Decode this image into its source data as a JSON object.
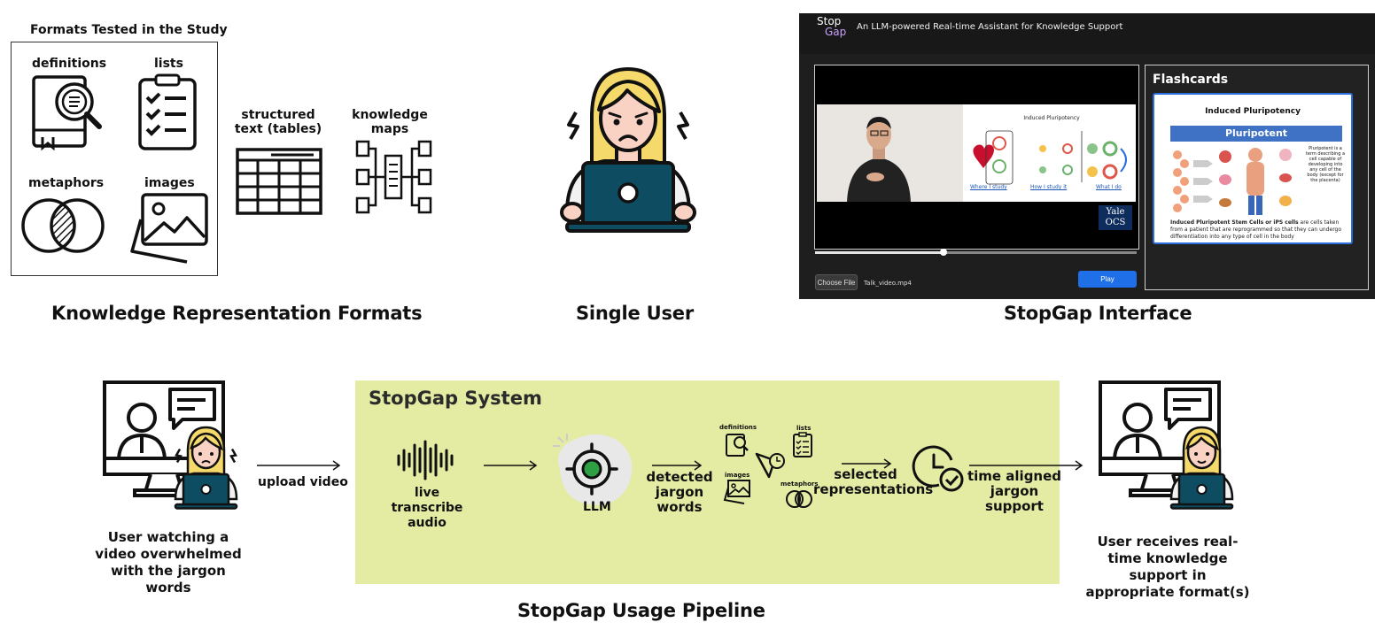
{
  "formats": {
    "box_title": "Formats Tested in the Study",
    "definitions": "definitions",
    "lists": "lists",
    "metaphors": "metaphors",
    "images": "images",
    "structured_text": "structured text (tables)",
    "knowledge_maps": "knowledge maps",
    "section_title": "Knowledge Representation Formats"
  },
  "single_user": {
    "section_title": "Single User"
  },
  "interface": {
    "logo_line1": "Stop",
    "logo_line2": "Gap",
    "subtitle": "An LLM-powered Real-time Assistant for Knowledge Support",
    "slide_title": "Induced Pluripotency",
    "slide_links": [
      "Where I study",
      "How I study it",
      "What I do"
    ],
    "watermark_line1": "Yale",
    "watermark_line2": "OCS",
    "choose_file": "Choose File",
    "file_name": "Talk_video.mp4",
    "play": "Play",
    "video_progress": 0.4,
    "flashcards_title": "Flashcards",
    "card_title": "Induced Pluripotency",
    "card_banner": "Pluripotent",
    "card_side_text": "Pluripotent is a term describing a cell capable of developing into any cell of the body (except for the placenta)",
    "card_caption_bold": "Induced Pluripotent Stem Cells or iPS cells",
    "card_caption_rest": " are cells taken from a patient that are reprogrammed so that they can undergo differentiation into any type of cell in the body",
    "section_title": "StopGap Interface"
  },
  "pipeline": {
    "user_caption": "User watching a video overwhelmed with the jargon words",
    "upload_label": "upload video",
    "system_title": "StopGap System",
    "transcribe_label": "live transcribe audio",
    "llm_label": "LLM",
    "detected_label": "detected jargon words",
    "mini_definitions": "definitions",
    "mini_lists": "lists",
    "mini_images": "images",
    "mini_metaphors": "metaphors",
    "selected_label": "selected representations",
    "time_aligned_label": "time aligned jargon support",
    "receiver_caption": "User receives real-time knowledge support in appropriate format(s)",
    "section_title": "StopGap Usage Pipeline"
  },
  "colors": {
    "system_bg": "#e4eba3",
    "laptop": "#0e4d61",
    "hair": "#f5d96b",
    "play_button": "#1e6fe8",
    "logo_accent": "#8a2be2",
    "llm_green": "#2ea043"
  }
}
